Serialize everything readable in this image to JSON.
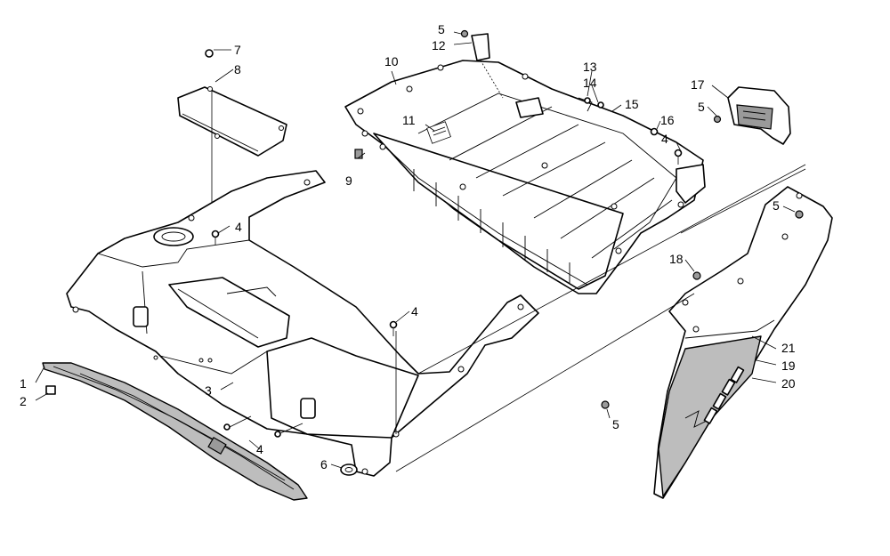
{
  "callouts": [
    {
      "id": "c1",
      "label": "1"
    },
    {
      "id": "c2",
      "label": "2"
    },
    {
      "id": "c3",
      "label": "3"
    },
    {
      "id": "c4a",
      "label": "4"
    },
    {
      "id": "c4b",
      "label": "4"
    },
    {
      "id": "c4c",
      "label": "4"
    },
    {
      "id": "c4d",
      "label": "4"
    },
    {
      "id": "c5a",
      "label": "5"
    },
    {
      "id": "c5b",
      "label": "5"
    },
    {
      "id": "c5c",
      "label": "5"
    },
    {
      "id": "c5d",
      "label": "5"
    },
    {
      "id": "c6",
      "label": "6"
    },
    {
      "id": "c7",
      "label": "7"
    },
    {
      "id": "c8",
      "label": "8"
    },
    {
      "id": "c9",
      "label": "9"
    },
    {
      "id": "c10",
      "label": "10"
    },
    {
      "id": "c11",
      "label": "11"
    },
    {
      "id": "c12",
      "label": "12"
    },
    {
      "id": "c13",
      "label": "13"
    },
    {
      "id": "c14",
      "label": "14"
    },
    {
      "id": "c15",
      "label": "15"
    },
    {
      "id": "c16",
      "label": "16"
    },
    {
      "id": "c17",
      "label": "17"
    },
    {
      "id": "c18",
      "label": "18"
    },
    {
      "id": "c19",
      "label": "19"
    },
    {
      "id": "c20",
      "label": "20"
    },
    {
      "id": "c21",
      "label": "21"
    }
  ]
}
